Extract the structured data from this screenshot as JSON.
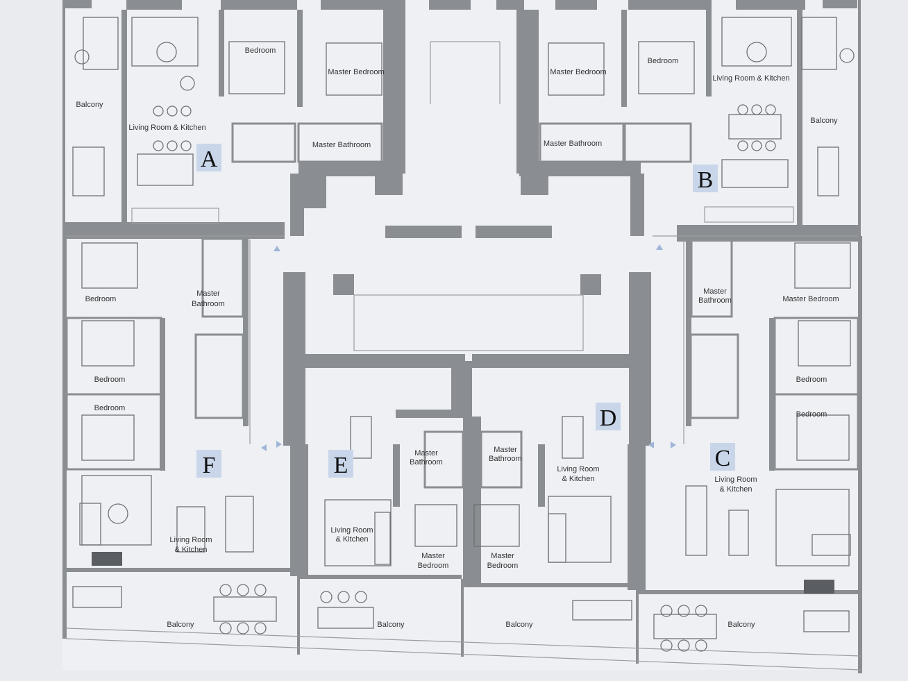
{
  "colors": {
    "background": "#e9ebef",
    "floor": "#eef0f4",
    "wall": "#8a8d91",
    "wall_light": "#a9acb0",
    "furniture_stroke": "#6e7175",
    "unit_badge": "#c9d6ea",
    "arrow": "#9fb5d6",
    "text": "#333333"
  },
  "units": {
    "a": {
      "letter": "A",
      "balcony": "Balcony",
      "bedroom": "Bedroom",
      "master_bedroom": "Master Bedroom",
      "living": "Living Room & Kitchen",
      "master_bath": "Master Bathroom"
    },
    "b": {
      "letter": "B",
      "master_bedroom": "Master Bedroom",
      "bedroom": "Bedroom",
      "living": "Living Room & Kitchen",
      "balcony": "Balcony",
      "master_bath": "Master Bathroom"
    },
    "f": {
      "letter": "F",
      "bedroom_1": "Bedroom",
      "master_bath_l1": "Master",
      "master_bath_l2": "Bathroom",
      "bedroom_2": "Bedroom",
      "bedroom_3": "Bedroom",
      "living_l1": "Living Room",
      "living_l2": "& Kitchen",
      "balcony": "Balcony"
    },
    "e": {
      "letter": "E",
      "master_bath_l1": "Master",
      "master_bath_l2": "Bathroom",
      "living_l1": "Living Room",
      "living_l2": "& Kitchen",
      "master_bedroom_l1": "Master",
      "master_bedroom_l2": "Bedroom",
      "balcony": "Balcony"
    },
    "d": {
      "letter": "D",
      "master_bath_l1": "Master",
      "master_bath_l2": "Bathroom",
      "living_l1": "Living Room",
      "living_l2": "& Kitchen",
      "master_bedroom_l1": "Master",
      "master_bedroom_l2": "Bedroom",
      "balcony": "Balcony"
    },
    "c": {
      "letter": "C",
      "master_bath_l1": "Master",
      "master_bath_l2": "Bathroom",
      "master_bedroom": "Master Bedroom",
      "bedroom_1": "Bedroom",
      "bedroom_2": "Bedroom",
      "living_l1": "Living Room",
      "living_l2": "& Kitchen",
      "balcony": "Balcony"
    }
  }
}
